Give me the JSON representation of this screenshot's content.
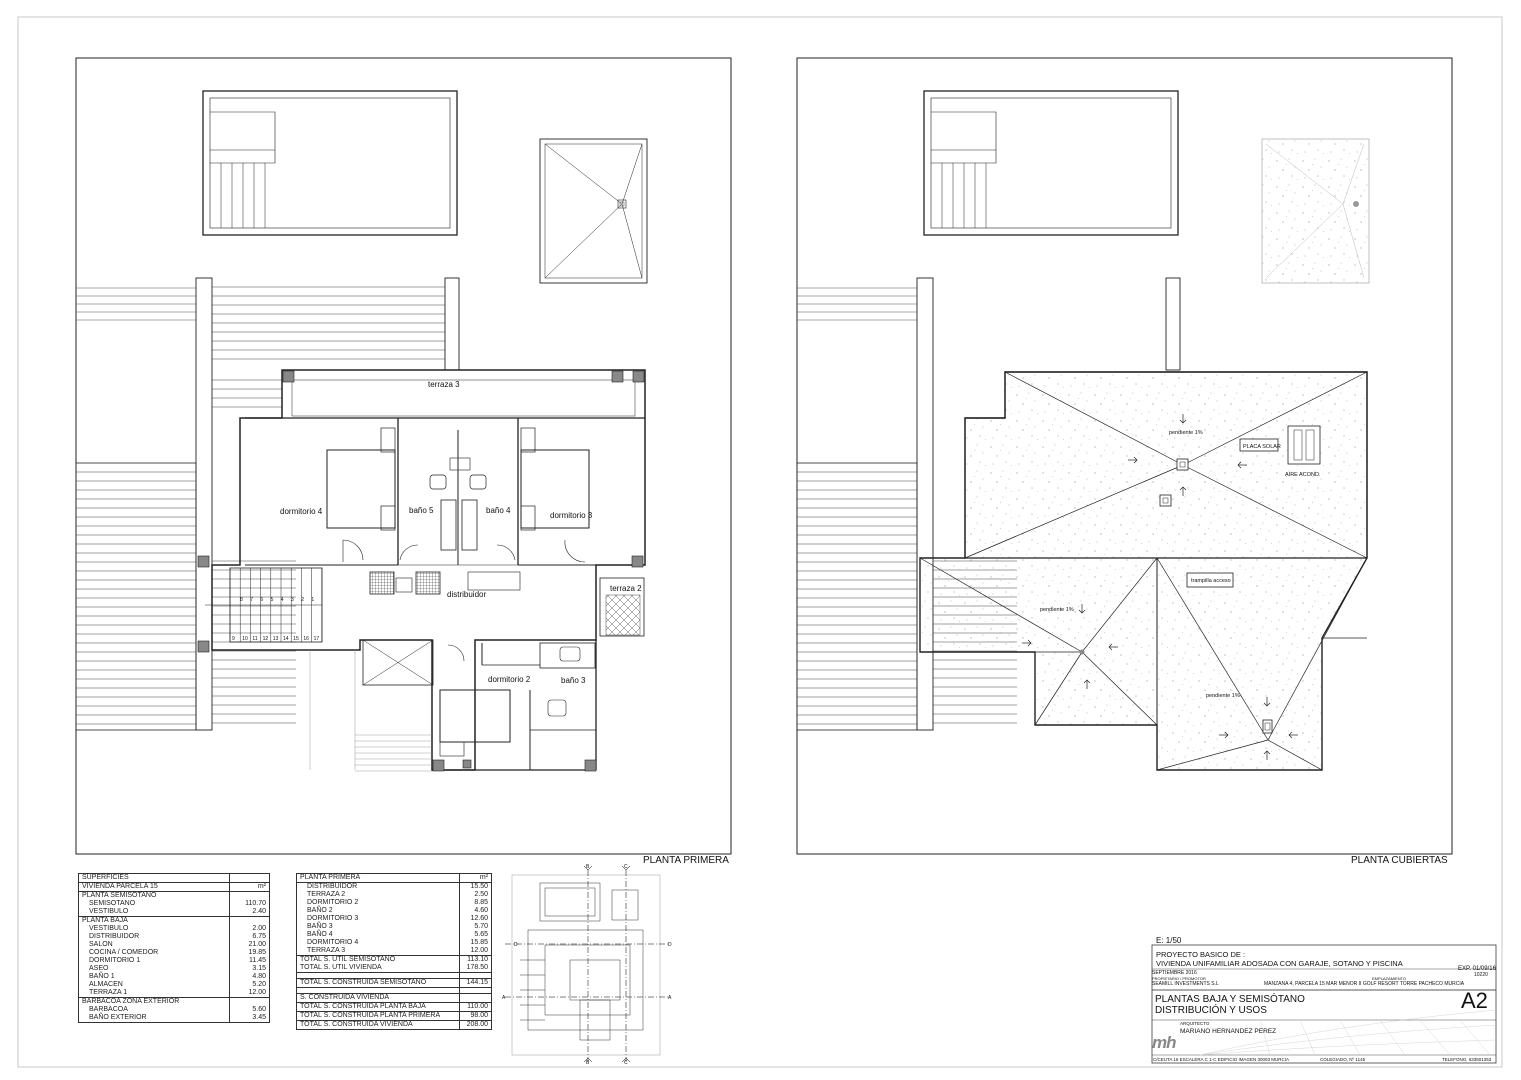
{
  "plans": {
    "left_title": "PLANTA PRIMERA",
    "right_title": "PLANTA CUBIERTAS"
  },
  "rooms": {
    "terraza3": "terraza 3",
    "dormitorio4": "dormitorio 4",
    "bano5": "baño 5",
    "bano4": "baño 4",
    "dormitorio3": "dormitorio 3",
    "distribuidor": "distribuidor",
    "terraza2": "terraza 2",
    "dormitorio2": "dormitorio 2",
    "bano3": "baño 3"
  },
  "stairs": {
    "top": [
      "8",
      "7",
      "6",
      "5",
      "4",
      "3",
      "2",
      "1"
    ],
    "bottom": [
      "9",
      "10",
      "11",
      "12",
      "13",
      "14",
      "15",
      "16",
      "17"
    ]
  },
  "roof": {
    "pendiente_a": "pendiente 1%",
    "pendiente_b": "pendiente 1%",
    "pendiente_c": "pendiente 1%",
    "placa_solar": "PLACA SOLAR",
    "aire": "AIRE ACOND.",
    "trampilla": "trampilla acceso"
  },
  "surfaces_left": {
    "title": "SUPERFICIES",
    "header": "VIVIENDA PARCELA 15",
    "unit": "m²",
    "rows": [
      {
        "type": "section",
        "label": "PLANTA SEMISOTANO"
      },
      {
        "label": "SEMISOTANO",
        "value": "110.70"
      },
      {
        "label": "VESTIBULO",
        "value": "2.40"
      },
      {
        "type": "section",
        "label": "PLANTA BAJA"
      },
      {
        "label": "VESTIBULO",
        "value": "2.00"
      },
      {
        "label": "DISTRIBUIDOR",
        "value": "6.75"
      },
      {
        "label": "SALON",
        "value": "21.00"
      },
      {
        "label": "COCINA / COMEDOR",
        "value": "19.85"
      },
      {
        "label": "DORMITORIO 1",
        "value": "11.45"
      },
      {
        "label": "ASEO",
        "value": "3.15"
      },
      {
        "label": "BAÑO 1",
        "value": "4.80"
      },
      {
        "label": "ALMACEN",
        "value": "5.20"
      },
      {
        "label": "TERRAZA 1",
        "value": "12.00"
      },
      {
        "type": "section",
        "label": "BARBACOA ZONA EXTERIOR"
      },
      {
        "label": "BARBACOA",
        "value": "5.60"
      },
      {
        "label": "BAÑO EXTERIOR",
        "value": "3.45"
      }
    ]
  },
  "surfaces_right": {
    "header": "PLANTA PRIMERA",
    "unit": "m²",
    "rows": [
      {
        "label": "DISTRIBUIDOR",
        "value": "15.50"
      },
      {
        "label": "TERRAZA 2",
        "value": "2.50"
      },
      {
        "label": "DORMITORIO 2",
        "value": "8.85"
      },
      {
        "label": "BAÑO 2",
        "value": "4.60"
      },
      {
        "label": "DORMITORIO 3",
        "value": "12.60"
      },
      {
        "label": "BAÑO 3",
        "value": "5.70"
      },
      {
        "label": "BAÑO 4",
        "value": "5.65"
      },
      {
        "label": "DORMITORIO 4",
        "value": "15.85"
      },
      {
        "label": "TERRAZA 3",
        "value": "12.00"
      }
    ],
    "totals_util": [
      {
        "label": "TOTAL S. UTIL SEMISOTANO",
        "value": "113.10"
      },
      {
        "label": "TOTAL S. UTIL VIVIENDA",
        "value": "178.50"
      }
    ],
    "total_const_semi": {
      "label": "TOTAL S. CONSTRUIDA SEMISOTANO",
      "value": "144.15"
    },
    "const_header": "S. CONSTRUIDA VIVIENDA",
    "totals_const": [
      {
        "label": "TOTAL S. CONSTRUIDA PLANTA BAJA",
        "value": "110.00"
      },
      {
        "label": "TOTAL S. CONSTRUIDA PLANTA PRIMERA",
        "value": "98.00"
      },
      {
        "label": "TOTAL S. CONSTRUIDA VIVIENDA",
        "value": "208.00"
      }
    ]
  },
  "keyplan": {
    "marks": [
      "B",
      "C",
      "D",
      "D",
      "A",
      "A",
      "B",
      "C"
    ]
  },
  "title_block": {
    "scale": "E: 1/50",
    "project_label": "PROYECTO BASICO DE :",
    "project": "VIVIENDA UNIFAMILIAR ADOSADA CON GARAJE,  SOTANO Y PISCINA",
    "date": "SEPTIEMBRE 2016",
    "exp": "EXP. 01/09/16",
    "exp_num": "10220",
    "owner_label": "PROPIETARIO  /  PROMOTOR",
    "owner": "SEAMILL INVESTMENTS S.L",
    "location_label": "EMPLAZAMIENTO",
    "location": "MANZANA 4, PARCELA 15 MAR MENOR II GOLF RESORT TORRE PACHECO MURCIA",
    "sheet_title_1": "PLANTAS BAJA Y SEMISÓTANO",
    "sheet_title_2": "DISTRIBUCIÓN Y USOS",
    "sheet": "A2",
    "architect_label": "ARQUITECTO",
    "architect": "MARIANO HERNANDEZ PEREZ",
    "logo": "mh",
    "address": "C/CEUTA 16 ESCALERA C 1-C EDIFICIO IMAGEN 30003  MURCIA",
    "colegiado": "COLEGIADO,  Nº 1145",
    "phone": "TELEFONO, 633501353"
  }
}
